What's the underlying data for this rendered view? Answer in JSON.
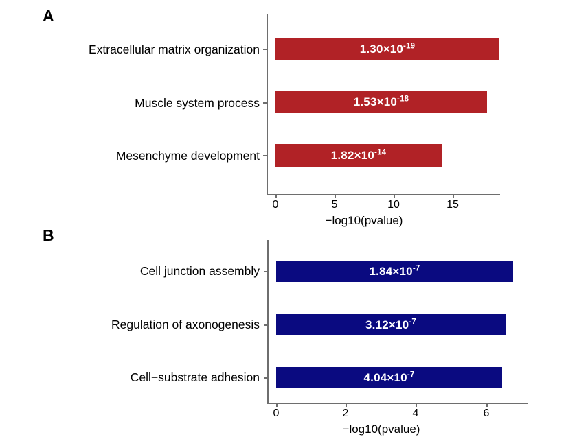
{
  "figure": {
    "background": "#ffffff",
    "panels": [
      {
        "letter": "A",
        "color": "#b12226",
        "axis_title": "−log10(pvalue)",
        "ticks": [
          "0",
          "5",
          "10",
          "15"
        ],
        "categories": [
          "Extracellular matrix organization",
          "Muscle system process",
          "Mesenchyme development"
        ],
        "values": [
          {
            "mantissa": "1.30×10",
            "exponent": "-19"
          },
          {
            "mantissa": "1.53×10",
            "exponent": "-18"
          },
          {
            "mantissa": "1.82×10",
            "exponent": "-14"
          }
        ]
      },
      {
        "letter": "B",
        "color": "#0a0a80",
        "axis_title": "−log10(pvalue)",
        "ticks": [
          "0",
          "2",
          "4",
          "6"
        ],
        "categories": [
          "Cell junction assembly",
          "Regulation of axonogenesis",
          "Cell−substrate adhesion"
        ],
        "values": [
          {
            "mantissa": "1.84×10",
            "exponent": "-7"
          },
          {
            "mantissa": "3.12×10",
            "exponent": "-7"
          },
          {
            "mantissa": "4.04×10",
            "exponent": "-7"
          }
        ]
      }
    ]
  },
  "chart_data": [
    {
      "type": "bar",
      "orientation": "horizontal",
      "panel": "A",
      "title": "",
      "xlabel": "−log10(pvalue)",
      "ylabel": "",
      "xlim": [
        0,
        19.6
      ],
      "xticks": [
        0,
        5,
        10,
        15
      ],
      "grid": false,
      "legend": "none",
      "bar_color": "#b12226",
      "categories": [
        "Extracellular matrix organization",
        "Muscle system process",
        "Mesenchyme development"
      ],
      "values": [
        18.95,
        17.9,
        14.07
      ],
      "data_labels": [
        "1.30×10⁻¹⁹",
        "1.53×10⁻¹⁸",
        "1.82×10⁻¹⁴"
      ],
      "pvalues": [
        1.3e-19,
        1.53e-18,
        1.82e-14
      ]
    },
    {
      "type": "bar",
      "orientation": "horizontal",
      "panel": "B",
      "title": "",
      "xlabel": "−log10(pvalue)",
      "ylabel": "",
      "xlim": [
        0,
        7.0
      ],
      "xticks": [
        0,
        2,
        4,
        6
      ],
      "grid": false,
      "legend": "none",
      "bar_color": "#0a0a80",
      "categories": [
        "Cell junction assembly",
        "Regulation of axonogenesis",
        "Cell−substrate adhesion"
      ],
      "values": [
        6.76,
        6.55,
        6.45
      ],
      "data_labels": [
        "1.84×10⁻⁷",
        "3.12×10⁻⁷",
        "4.04×10⁻⁷"
      ],
      "pvalues": [
        1.84e-07,
        3.12e-07,
        4.04e-07
      ]
    }
  ]
}
